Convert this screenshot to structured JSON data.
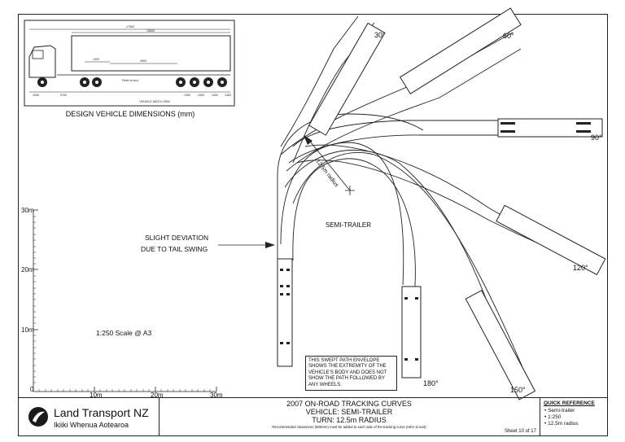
{
  "inset": {
    "title": "DESIGN VEHICLE DIMENSIONS (mm)",
    "top_dims": [
      "17500",
      "13600"
    ],
    "mid_dims": [
      "1320",
      "4900"
    ],
    "bottom_dims": [
      "1000",
      "3700",
      "1300",
      "1300",
      "1300",
      "1300"
    ],
    "width_note": "VEHICLE WIDTH 2500",
    "ref_note": "Refer to text"
  },
  "axis": {
    "y_labels": [
      "30m",
      "20m",
      "10m",
      "0"
    ],
    "x_labels": [
      "10m",
      "20m",
      "30m"
    ]
  },
  "scale_note": "1:250 Scale @ A3",
  "deviation_label_1": "SLIGHT DEVIATION",
  "deviation_label_2": "DUE TO TAIL SWING",
  "center_label": "SEMI-TRAILER",
  "radius_label": "12.5m radius",
  "angles": [
    "30°",
    "60°",
    "90°",
    "120°",
    "150°",
    "180°"
  ],
  "envelope_note": "THIS SWEPT PATH ENVELOPE SHOWS THE EXTREMITY OF THE VEHICLE'S BODY AND DOES NOT SHOW THE PATH FOLLOWED BY ANY WHEELS.",
  "title_block": {
    "logo_name": "Land Transport NZ",
    "logo_sub": "Ikiiki Whenua Aotearoa",
    "line1": "2007 ON-ROAD TRACKING CURVES",
    "line2": "VEHICLE: SEMI-TRAILER",
    "line3": "TURN: 12.5m RADIUS",
    "footnote": "Recommended clearances (500mm) must be added to each side of the tracking curve (refer to text)",
    "sheet": "Sheet 10 of 17",
    "quick_ref_title": "QUICK REFERENCE",
    "quick_ref_items": [
      "Semi-trailer",
      "1:250",
      "12.5m radius"
    ]
  },
  "colors": {
    "line": "#222222",
    "paper": "#ffffff",
    "logo": "#1a1a1a"
  }
}
